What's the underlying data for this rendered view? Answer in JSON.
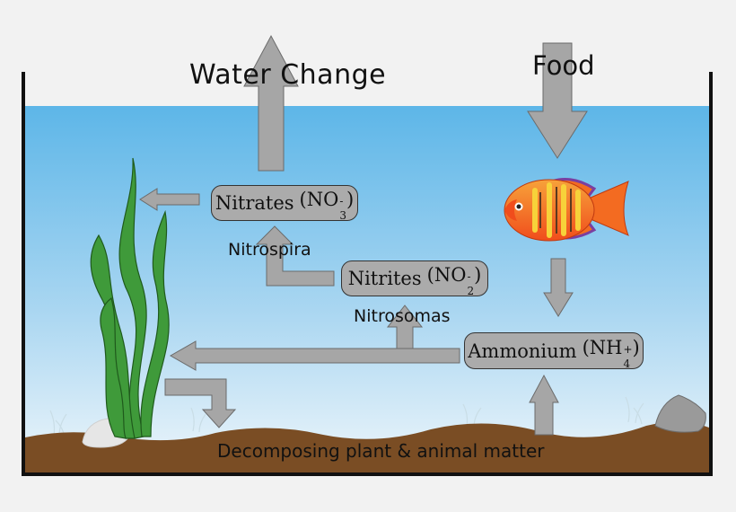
{
  "labels": {
    "water_change": "Water Change",
    "food": "Food",
    "nitrospira": "Nitrospira",
    "nitrosomas": "Nitrosomas",
    "decomposing": "Decomposing plant & animal matter"
  },
  "compounds": {
    "nitrates": {
      "name": "Nitrates",
      "formula": "NO",
      "sub": "3",
      "sup": "-"
    },
    "nitrites": {
      "name": "Nitrites",
      "formula": "NO",
      "sub": "2",
      "sup": "-"
    },
    "ammonium": {
      "name": "Ammonium",
      "formula": "NH",
      "sub": "4",
      "sup": "+"
    }
  },
  "colors": {
    "water_top": "#5db6e8",
    "water_bottom": "#eef6fb",
    "substrate": "#7a4d24",
    "arrow_fill": "#a6a6a6",
    "box_fill": "#ababab",
    "plant": "#3f9a3a",
    "fish": "#f36b21"
  },
  "icons": [
    "fish-icon",
    "plant-icon",
    "rock-icon"
  ]
}
